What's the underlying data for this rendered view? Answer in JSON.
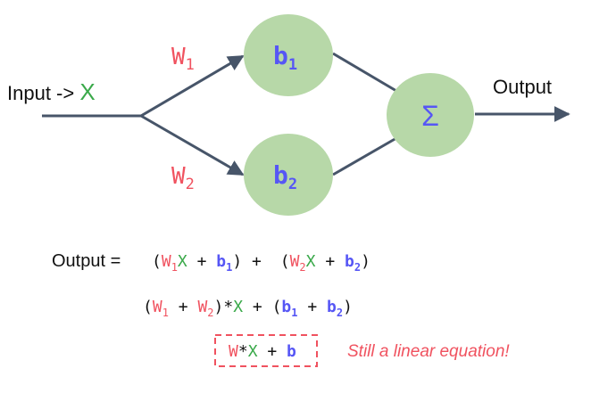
{
  "colors": {
    "weight": "#f0525f",
    "input": "#3aa94a",
    "bias": "#5656f5",
    "node": "#b7d8a8",
    "edge": "#475569"
  },
  "diagram": {
    "input_label": "Input ->",
    "input_var": "X",
    "w1": "W",
    "w1_sub": "1",
    "w2": "W",
    "w2_sub": "2",
    "b1": "b",
    "b1_sub": "1",
    "b2": "b",
    "b2_sub": "2",
    "sum_symbol": "Σ",
    "output_label": "Output"
  },
  "equations": {
    "line1": {
      "lhs": "Output =",
      "p1": "(",
      "w": "W",
      "ws": "1",
      "x": "X",
      "plus": " + ",
      "b": "b",
      "bs": "1",
      "p2": ")",
      "mid": " + ",
      "p3": "(",
      "w2": "W",
      "ws2": "2",
      "x2": "X",
      "plus2": " + ",
      "b2": "b",
      "bs2": "2",
      "p4": ")"
    },
    "line2": {
      "p1": "(",
      "w1": "W",
      "ws1": "1",
      "plus": " + ",
      "w2": "W",
      "ws2": "2",
      "p2": ")*",
      "x": "X",
      "mid": " + ",
      "p3": "(",
      "b1": "b",
      "bs1": "1",
      "plus2": " + ",
      "b2": "b",
      "bs2": "2",
      "p4": ")"
    },
    "line3": {
      "w": "W",
      "star": "*",
      "x": "X",
      "plus": " + ",
      "b": "b"
    },
    "note": "Still a linear equation!"
  }
}
